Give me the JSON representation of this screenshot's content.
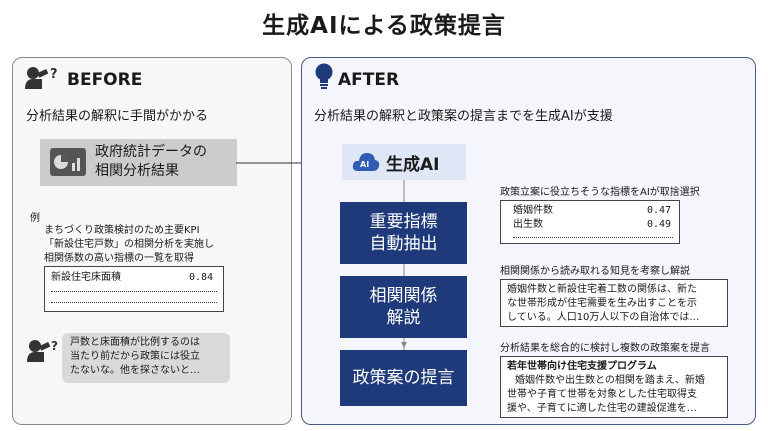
{
  "title": "生成AIによる政策提言",
  "before": {
    "heading": "BEFORE",
    "subtitle": "分析結果の解釈に手間がかかる",
    "box_label_line1": "政府統計データの",
    "box_label_line2": "相関分析結果",
    "example_label": "例",
    "example_line1": "まちづくり政策検討のため主要KPI",
    "example_line2": "「新設住宅戸数」の相関分析を実施し",
    "example_line3": "相関係数の高い指標の一覧を取得",
    "table_item": "新設住宅床面積",
    "table_value": "0.84",
    "bubble_line1": "戸数と床面積が比例するのは",
    "bubble_line2": "当たり前だから政策には役立",
    "bubble_line3": "たないな。他を探さないと…"
  },
  "after": {
    "heading": "AFTER",
    "subtitle": "分析結果の解釈と政策案の提言までを生成AIが支援",
    "ai_badge": "AI",
    "ai_label": "生成AI",
    "step1_line1": "重要指標",
    "step1_line2": "自動抽出",
    "step2_line1": "相関関係",
    "step2_line2": "解説",
    "step3": "政策案の提言",
    "r1_caption": "政策立案に役立ちそうな指標をAIが取捨選択",
    "r1_rows": [
      {
        "name": "婚姻件数",
        "value": "0.47"
      },
      {
        "name": "出生数",
        "value": "0.49"
      }
    ],
    "r2_caption": "相関関係から読み取れる知見を考察し解説",
    "r2_line1": "婚姻件数と新設住宅着工数の関係は、新た",
    "r2_line2": "な世帯形成が住宅需要を生み出すことを示",
    "r2_line3": "している。人口10万人以下の自治体では…",
    "r3_caption": "分析結果を総合的に検討し複数の政策案を提言",
    "r3_title": "若年世帯向け住宅支援プログラム",
    "r3_line1": "婚姻件数や出生数との相関を踏まえ、新婚",
    "r3_line2": "世帯や子育て世帯を対象とした住宅取得支",
    "r3_line3": "援や、子育てに適した住宅の建設促進を…"
  }
}
